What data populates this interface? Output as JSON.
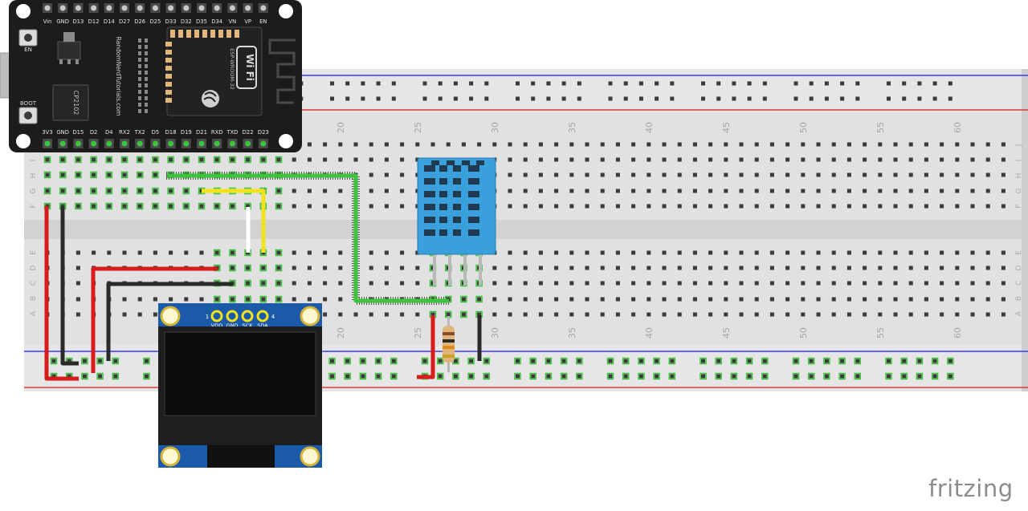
{
  "breadboard": {
    "column_numbers": [
      "20",
      "25",
      "30",
      "35",
      "40",
      "45",
      "50",
      "55",
      "60"
    ],
    "row_letters_top": [
      "J",
      "I",
      "H",
      "G",
      "F"
    ],
    "row_letters_bottom": [
      "E",
      "D",
      "C",
      "B",
      "A"
    ]
  },
  "esp32": {
    "top_pins": [
      "Vin",
      "GND",
      "D13",
      "D12",
      "D14",
      "D27",
      "D26",
      "D25",
      "D33",
      "D32",
      "D35",
      "D34",
      "VN",
      "VP",
      "EN"
    ],
    "bottom_pins": [
      "3V3",
      "GND",
      "D15",
      "D2",
      "D4",
      "RX2",
      "TX2",
      "D5",
      "D18",
      "D19",
      "D21",
      "RXD",
      "TXD",
      "D22",
      "D23"
    ],
    "en_label": "EN",
    "boot_label": "BOOT",
    "vendor_text": "RandomNerdTutorials.com",
    "usb_chip": "CP2102",
    "module_name": "ESP-WROOM-32",
    "wifi_logo": "Wi Fi"
  },
  "oled": {
    "pin_labels": [
      "VDD",
      "GND",
      "SCK",
      "SDA"
    ],
    "pin_first": "1",
    "pin_last": "4"
  },
  "watermark": "fritzing",
  "colors": {
    "wire_red": "#d81b1b",
    "wire_black": "#2a2a2a",
    "wire_green": "#3cc43c",
    "wire_yellow": "#f2e21c",
    "wire_white": "#ffffff",
    "rail_blue": "#3a3af0",
    "rail_red": "#e03a3a",
    "dht_blue": "#3aa0dc",
    "oled_board": "#1a5aa8",
    "esp_board": "#1c1c1c"
  }
}
